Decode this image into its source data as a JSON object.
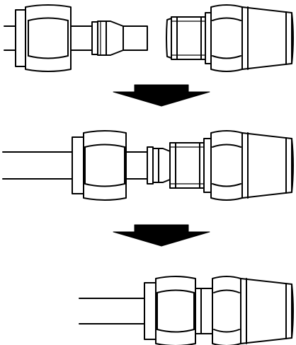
{
  "figure": {
    "stages": [
      {
        "id": "before-assembly"
      },
      {
        "id": "inserted"
      },
      {
        "id": "tightened"
      }
    ],
    "arrows": [
      {
        "id": "step-arrow-1",
        "direction": "down"
      },
      {
        "id": "step-arrow-2",
        "direction": "down"
      }
    ],
    "colors": {
      "line": "#000000",
      "fill": "#ffffff",
      "arrow": "#000000"
    }
  }
}
